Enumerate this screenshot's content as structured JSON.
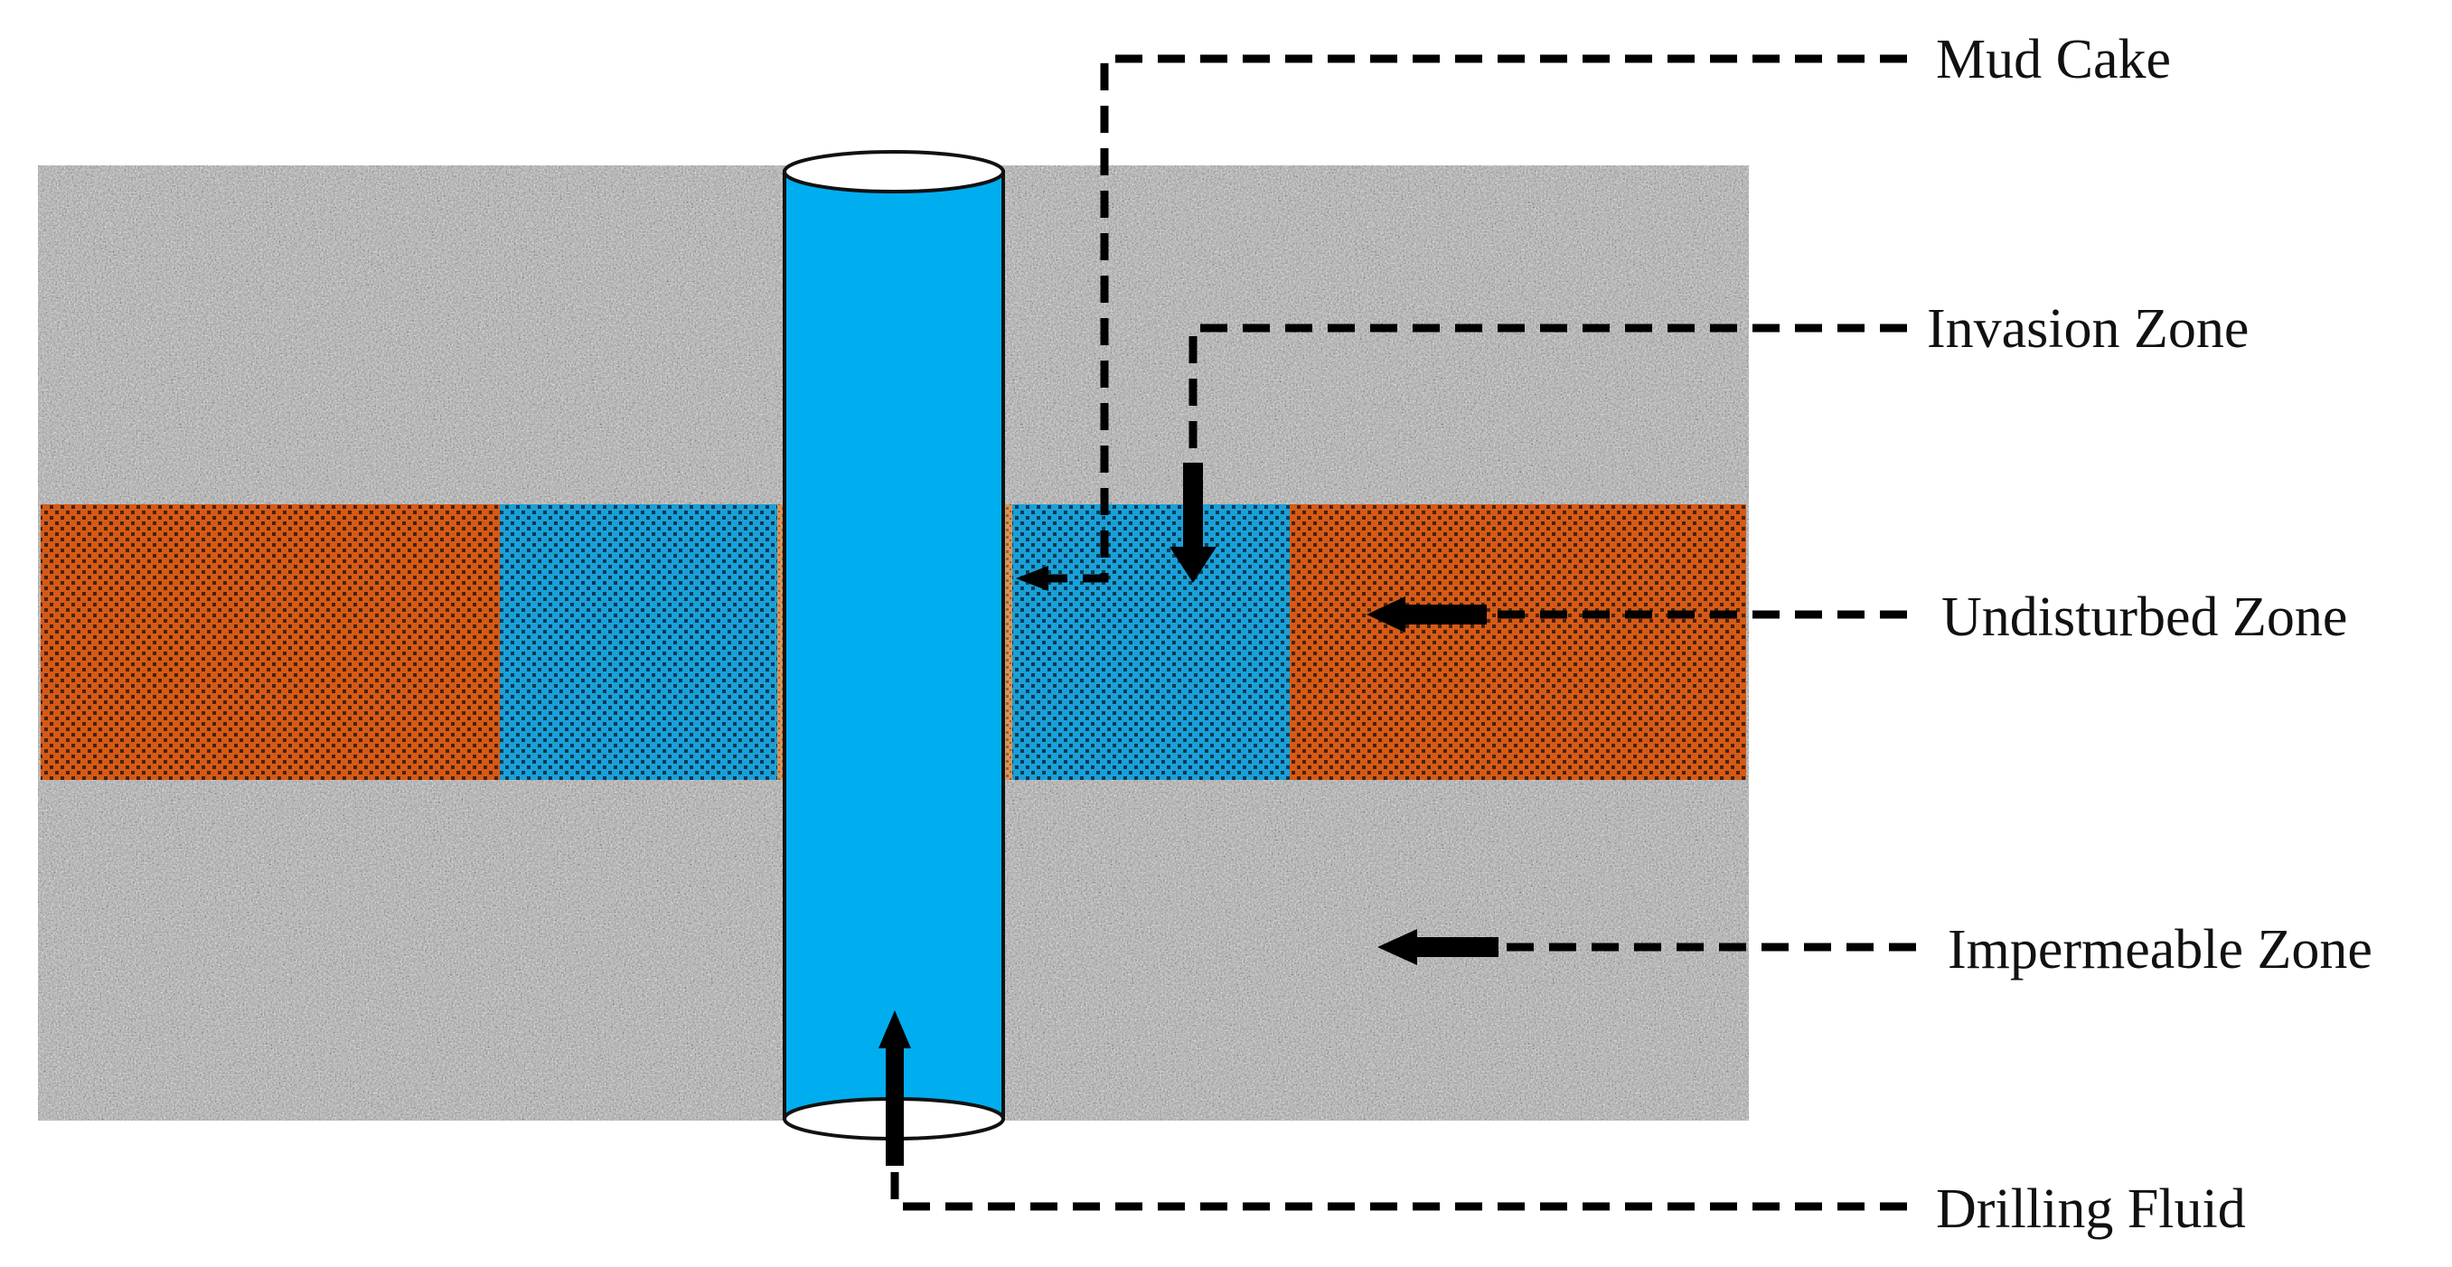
{
  "labels": {
    "mud_cake": "Mud Cake",
    "invasion_zone": "Invasion Zone",
    "undisturbed_zone": "Undisturbed Zone",
    "impermeable_zone": "Impermeable Zone",
    "drilling_fluid": "Drilling Fluid"
  },
  "colors": {
    "rock_base": "#a9a9a9",
    "undisturbed_zone": "#d65a16",
    "invasion_zone": "#1aa0d8",
    "mud_cake": "#d8955a",
    "wellbore": "#00aeef",
    "leader_lines": "#000000"
  }
}
